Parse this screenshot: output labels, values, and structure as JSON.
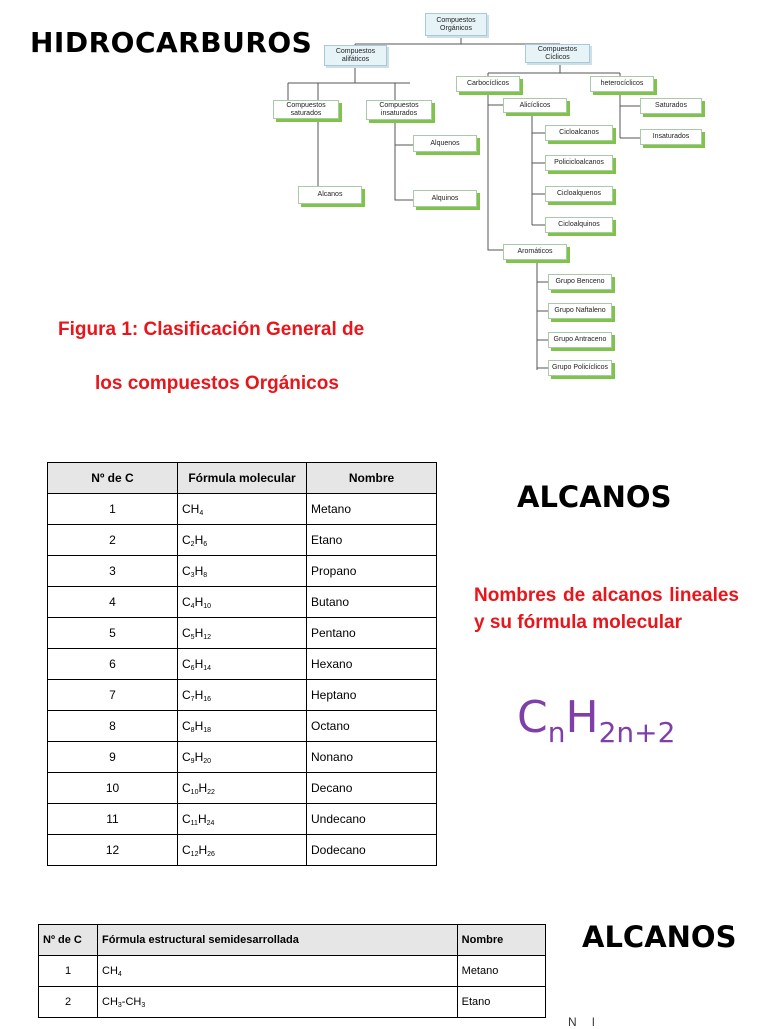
{
  "main_title": "HIDROCARBUROS",
  "figure_caption": [
    "Figura 1: Clasificación General de",
    "los compuestos Orgánicos"
  ],
  "tree": {
    "root": "Compuestos Orgánicos",
    "aliphatic": "Compuestos alifáticos",
    "cyclic": "Compuestos Cíclicos",
    "saturated": "Compuestos saturados",
    "unsaturated": "Compuestos insaturados",
    "alkenes": "Alquenos",
    "alkynes": "Alquinos",
    "alkanes": "Alcanos",
    "carbocyclic": "Carbocíclicos",
    "heterocyclic": "heterocíclicos",
    "het_saturated": "Saturados",
    "het_unsaturated": "Insaturados",
    "alicyclic": "Alicíclicos",
    "cycloalkanes": "Cicloalcanos",
    "polycycloalkanes": "Policicloalcanos",
    "cycloalkenes": "Cicloalquenos",
    "cycloalkynes": "Cicloalquinos",
    "aromatic": "Aromáticos",
    "benzene": "Grupo Benceno",
    "naphthalene": "Grupo Naftaleno",
    "anthracene": "Grupo Antraceno",
    "polycyclic": "Grupo Policíclicos"
  },
  "table1": {
    "headers": [
      "Nº de C",
      "Fórmula molecular",
      "Nombre"
    ],
    "rows": [
      {
        "n": "1",
        "base": [
          [
            "C",
            ""
          ],
          [
            "H",
            "4"
          ]
        ],
        "name": "Metano"
      },
      {
        "n": "2",
        "base": [
          [
            "C",
            "2"
          ],
          [
            "H",
            "6"
          ]
        ],
        "name": "Etano"
      },
      {
        "n": "3",
        "base": [
          [
            "C",
            "3"
          ],
          [
            "H",
            "8"
          ]
        ],
        "name": "Propano"
      },
      {
        "n": "4",
        "base": [
          [
            "C",
            "4"
          ],
          [
            "H",
            "10"
          ]
        ],
        "name": "Butano"
      },
      {
        "n": "5",
        "base": [
          [
            "C",
            "5"
          ],
          [
            "H",
            "12"
          ]
        ],
        "name": "Pentano"
      },
      {
        "n": "6",
        "base": [
          [
            "C",
            "6"
          ],
          [
            "H",
            "14"
          ]
        ],
        "name": "Hexano"
      },
      {
        "n": "7",
        "base": [
          [
            "C",
            "7"
          ],
          [
            "H",
            "16"
          ]
        ],
        "name": "Heptano"
      },
      {
        "n": "8",
        "base": [
          [
            "C",
            "8"
          ],
          [
            "H",
            "18"
          ]
        ],
        "name": "Octano"
      },
      {
        "n": "9",
        "base": [
          [
            "C",
            "9"
          ],
          [
            "H",
            "20"
          ]
        ],
        "name": "Nonano"
      },
      {
        "n": "10",
        "base": [
          [
            "C",
            "10"
          ],
          [
            "H",
            "22"
          ]
        ],
        "name": "Decano"
      },
      {
        "n": "11",
        "base": [
          [
            "C",
            "11"
          ],
          [
            "H",
            "24"
          ]
        ],
        "name": "Undecano"
      },
      {
        "n": "12",
        "base": [
          [
            "C",
            "12"
          ],
          [
            "H",
            "26"
          ]
        ],
        "name": "Dodecano"
      }
    ]
  },
  "alkanes_title": "ALCANOS",
  "description": "Nombres de alcanos lineales y su fórmula molecular",
  "general_formula": {
    "c": "C",
    "n": "n",
    "h": "H",
    "sub": "2n+2"
  },
  "table2": {
    "headers": [
      "Nº de C",
      "Fórmula  estructural semidesarrollada",
      "Nombre"
    ],
    "rows": [
      {
        "n": "1",
        "base": [
          [
            "CH",
            "4"
          ]
        ],
        "name": "Metano"
      },
      {
        "n": "2",
        "base": [
          [
            "CH",
            "3"
          ],
          [
            "-CH",
            "3"
          ]
        ],
        "name": "Etano"
      }
    ]
  },
  "alkanes_title_2": "ALCANOS",
  "trailing_text": "N     l"
}
